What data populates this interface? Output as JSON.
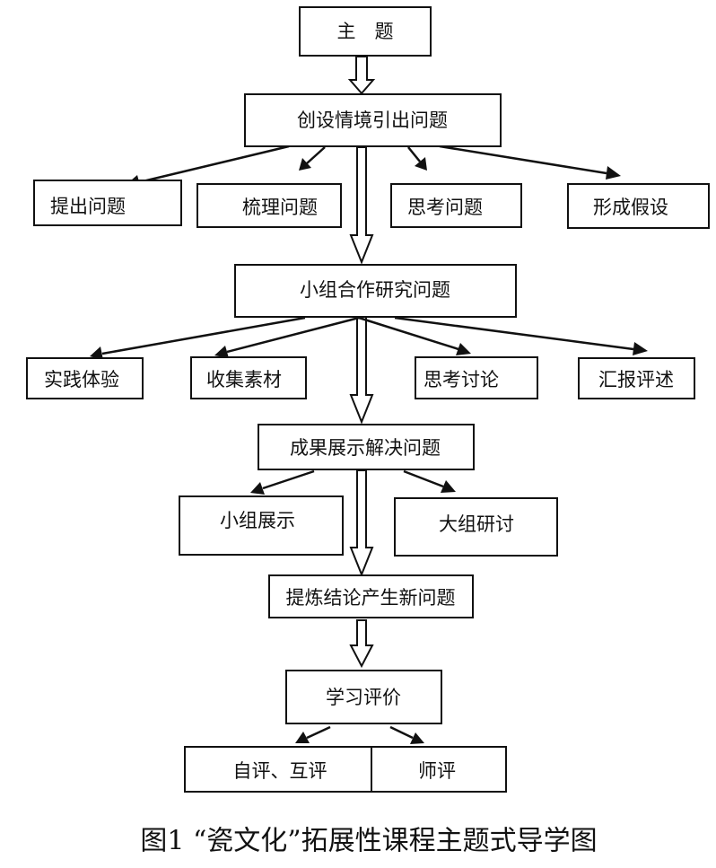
{
  "nodes": {
    "theme": "主　题",
    "create_situation": "创设情境引出问题",
    "raise_question": "提出问题",
    "sort_question": "梳理问题",
    "think_question": "思考问题",
    "form_hypothesis": "形成假设",
    "group_research": "小组合作研究问题",
    "practice": "实践体验",
    "collect_material": "收集素材",
    "think_discuss": "思考讨论",
    "report_review": "汇报评述",
    "show_results": "成果展示解决问题",
    "group_show": "小组展示",
    "big_group_discuss": "大组研讨",
    "refine_conclusion": "提炼结论产生新问题",
    "learning_eval": "学习评价",
    "self_mutual_eval": "自评、互评",
    "teacher_eval": "师评"
  },
  "caption": "图1 “瓷文化”拓展性课程主题式导学图"
}
